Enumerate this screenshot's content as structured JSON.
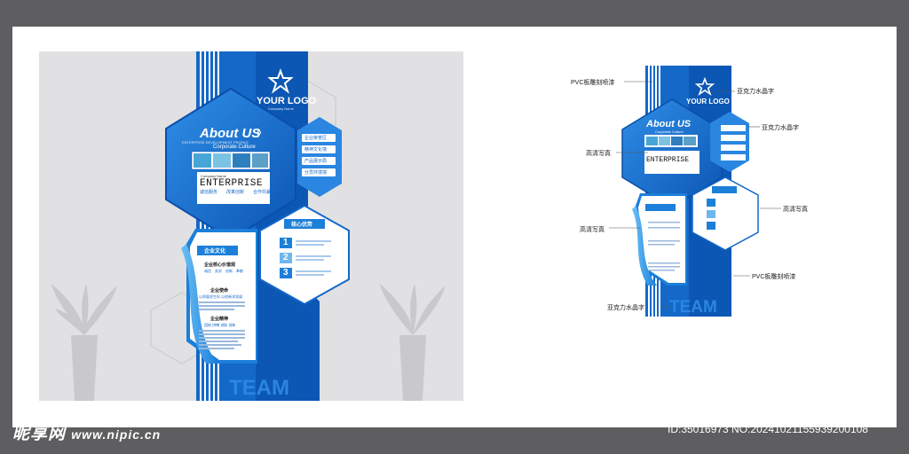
{
  "design": {
    "logo_text": "YOUR LOGO",
    "logo_tagline": "Company Name",
    "about_title": "About US",
    "about_sub": "ENTERPRISE DEVELOPMENT PROFILE",
    "corporate_culture": "Corporate Culture",
    "enterprise": "ENTERPRISE",
    "enterprise_small": "Company Name",
    "enterprise_slogans": "诚信服务　　改革创新　　合作共赢",
    "side_menu": [
      "企业荣誉区",
      "精神文化墙",
      "产品展示局",
      "分员环境墙"
    ],
    "right_hex_title": "核心优势",
    "numbers": [
      "1",
      "2",
      "3"
    ],
    "left_hex_title": "企业文化",
    "culture_heading1": "企业核心价值观",
    "culture_line1": "诚信　务实　创新　奉献",
    "culture_heading2": "企业使命",
    "culture_line2": "以质量求生存 以创新求发展",
    "culture_heading3": "企业精神",
    "culture_line3": "团结 拼搏 进取 创新",
    "team": "TEAM"
  },
  "annotations": {
    "pvc_top": "PVC板雕刻喷漆",
    "acrylic_top": "亚克力水晶字",
    "acrylic_mid": "亚克力水晶字",
    "photo_left_top": "高清写真",
    "photo_left_bottom": "高清写真",
    "photo_right": "高清写真",
    "pvc_bottom": "PVC板雕刻喷漆",
    "acrylic_bottom": "亚克力水晶字"
  },
  "watermark": {
    "brand": "昵享网",
    "url": "www.nipic.cn",
    "id_text": "ID:35016973 NO:20241021155939200108"
  },
  "colors": {
    "background": "#5e5e60",
    "primary_blue": "#1468c8",
    "light_blue": "#3d9ee8",
    "dark_blue": "#0a4fa8",
    "panel_gray": "#e1e1e3"
  }
}
